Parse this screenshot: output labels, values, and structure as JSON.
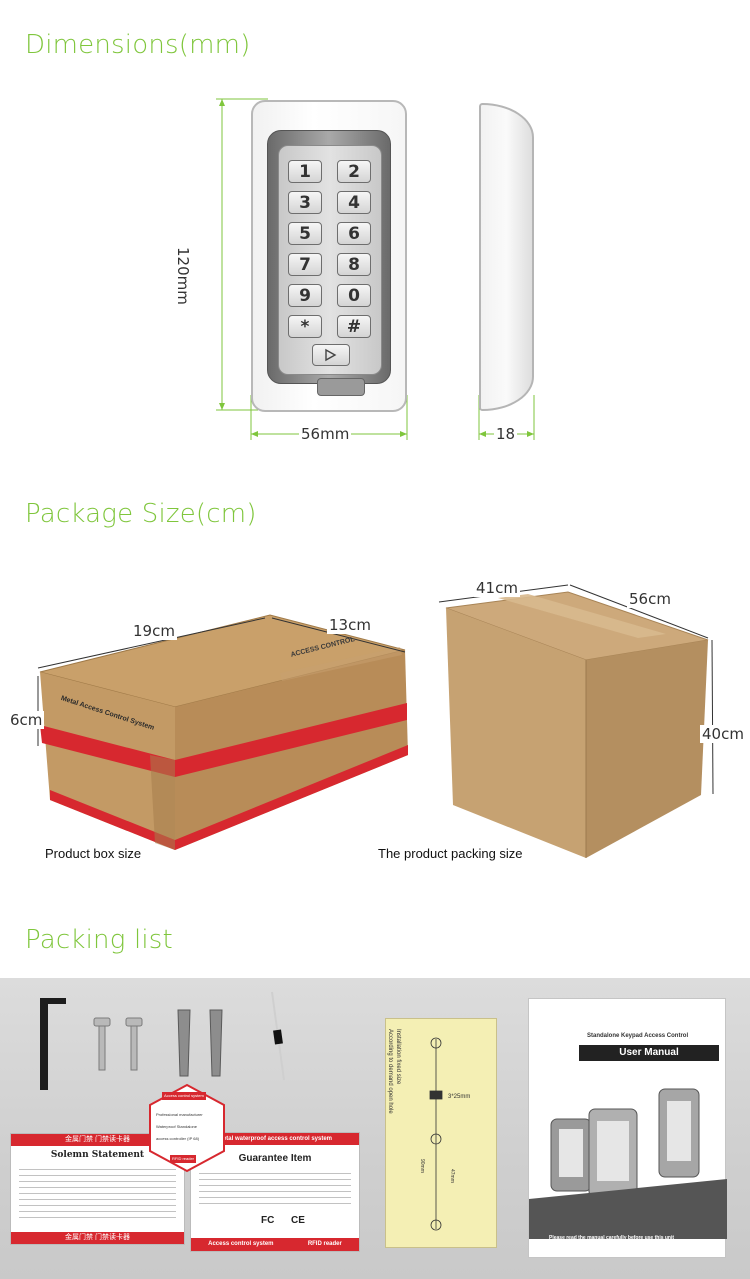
{
  "sections": {
    "dimensions_title": "Dimensions(mm)",
    "package_title": "Package Size(cm)",
    "packing_title": "Packing list"
  },
  "dimensions": {
    "height": "120mm",
    "width": "56mm",
    "depth": "18",
    "keys": [
      "1",
      "2",
      "3",
      "4",
      "5",
      "6",
      "7",
      "8",
      "9",
      "0",
      "*",
      "#"
    ]
  },
  "package": {
    "small_length": "19cm",
    "small_width": "13cm",
    "small_height": "6cm",
    "small_caption": "Product box size",
    "small_print_side": "Metal Access Control System",
    "small_print_top": "ACCESS CONTROL",
    "big_width": "41cm",
    "big_length": "56cm",
    "big_height": "40cm",
    "big_caption": "The product packing size"
  },
  "packing": {
    "statement_header": "金属门禁  门禁读卡器",
    "statement_title": "Solemn Statement",
    "statement_footer": "金属门禁  门禁读卡器",
    "guarantee_header": "Metal waterproof access control system",
    "guarantee_title": "Guarantee Item",
    "guarantee_footer_left": "Access control system",
    "guarantee_footer_right": "RFID reader",
    "badge_top": "Access control system",
    "badge_line1": "Professional manufacturer",
    "badge_line2": "Waterproof Standalone",
    "badge_line3": "access controller (IP 68)",
    "badge_bottom": "RFID reader",
    "cert_fc": "FC",
    "cert_ce": "CE",
    "template_line1": "Installation fixed size",
    "template_line2": "According to demand open hole",
    "template_screw": "3*25mm",
    "template_dim1": "90mm",
    "template_dim2": "47mm",
    "manual_subtitle": "Standalone Keypad Access Control",
    "manual_title": "User Manual",
    "manual_footer": "Please read the manual carefully before use this unit"
  },
  "colors": {
    "accent": "#7fc63c",
    "cardboard": "#c9a574",
    "stripe_red": "#d7282f"
  }
}
